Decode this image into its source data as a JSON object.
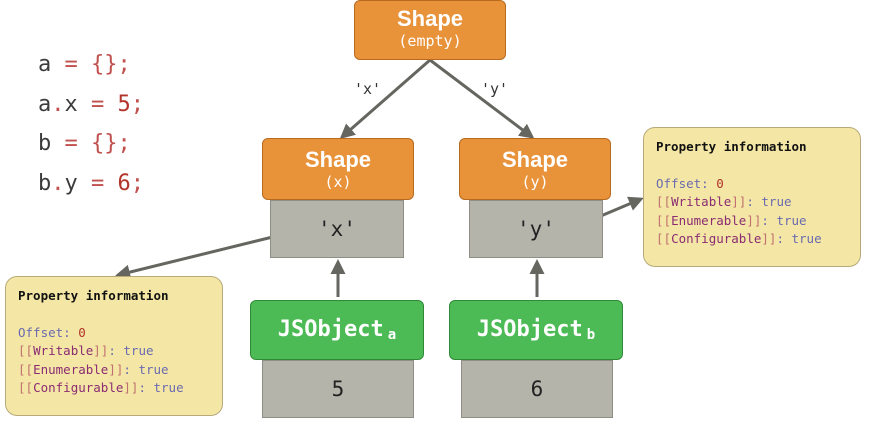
{
  "code": [
    {
      "lhs": "a",
      "op": " = ",
      "rhs": "{}",
      "end": ";"
    },
    {
      "lhs": "a",
      "op": ".",
      "prop": "x",
      "op2": " = ",
      "rhs": "5",
      "end": ";"
    },
    {
      "lhs": "b",
      "op": " = ",
      "rhs": "{}",
      "end": ";"
    },
    {
      "lhs": "b",
      "op": ".",
      "prop": "y",
      "op2": " = ",
      "rhs": "6",
      "end": ";"
    }
  ],
  "shapes": {
    "root": {
      "title": "Shape",
      "sub": "(empty)"
    },
    "x": {
      "title": "Shape",
      "sub": "(x)",
      "key": "'x'"
    },
    "y": {
      "title": "Shape",
      "sub": "(y)",
      "key": "'y'"
    }
  },
  "edge_labels": {
    "left": "'x'",
    "right": "'y'"
  },
  "objects": {
    "a": {
      "name": "JSObject",
      "sub": "a",
      "value": "5"
    },
    "b": {
      "name": "JSObject",
      "sub": "b",
      "value": "6"
    }
  },
  "property_info": {
    "title": "Property information",
    "offset_label": "Offset",
    "offset_value": "0",
    "attributes": [
      {
        "name": "Writable",
        "value": "true"
      },
      {
        "name": "Enumerable",
        "value": "true"
      },
      {
        "name": "Configurable",
        "value": "true"
      }
    ]
  },
  "colors": {
    "shape": "#e8923a",
    "jsobject": "#4cbb55",
    "slot": "#b4b4aa",
    "info": "#f4e7a5",
    "arrow": "#666660"
  }
}
